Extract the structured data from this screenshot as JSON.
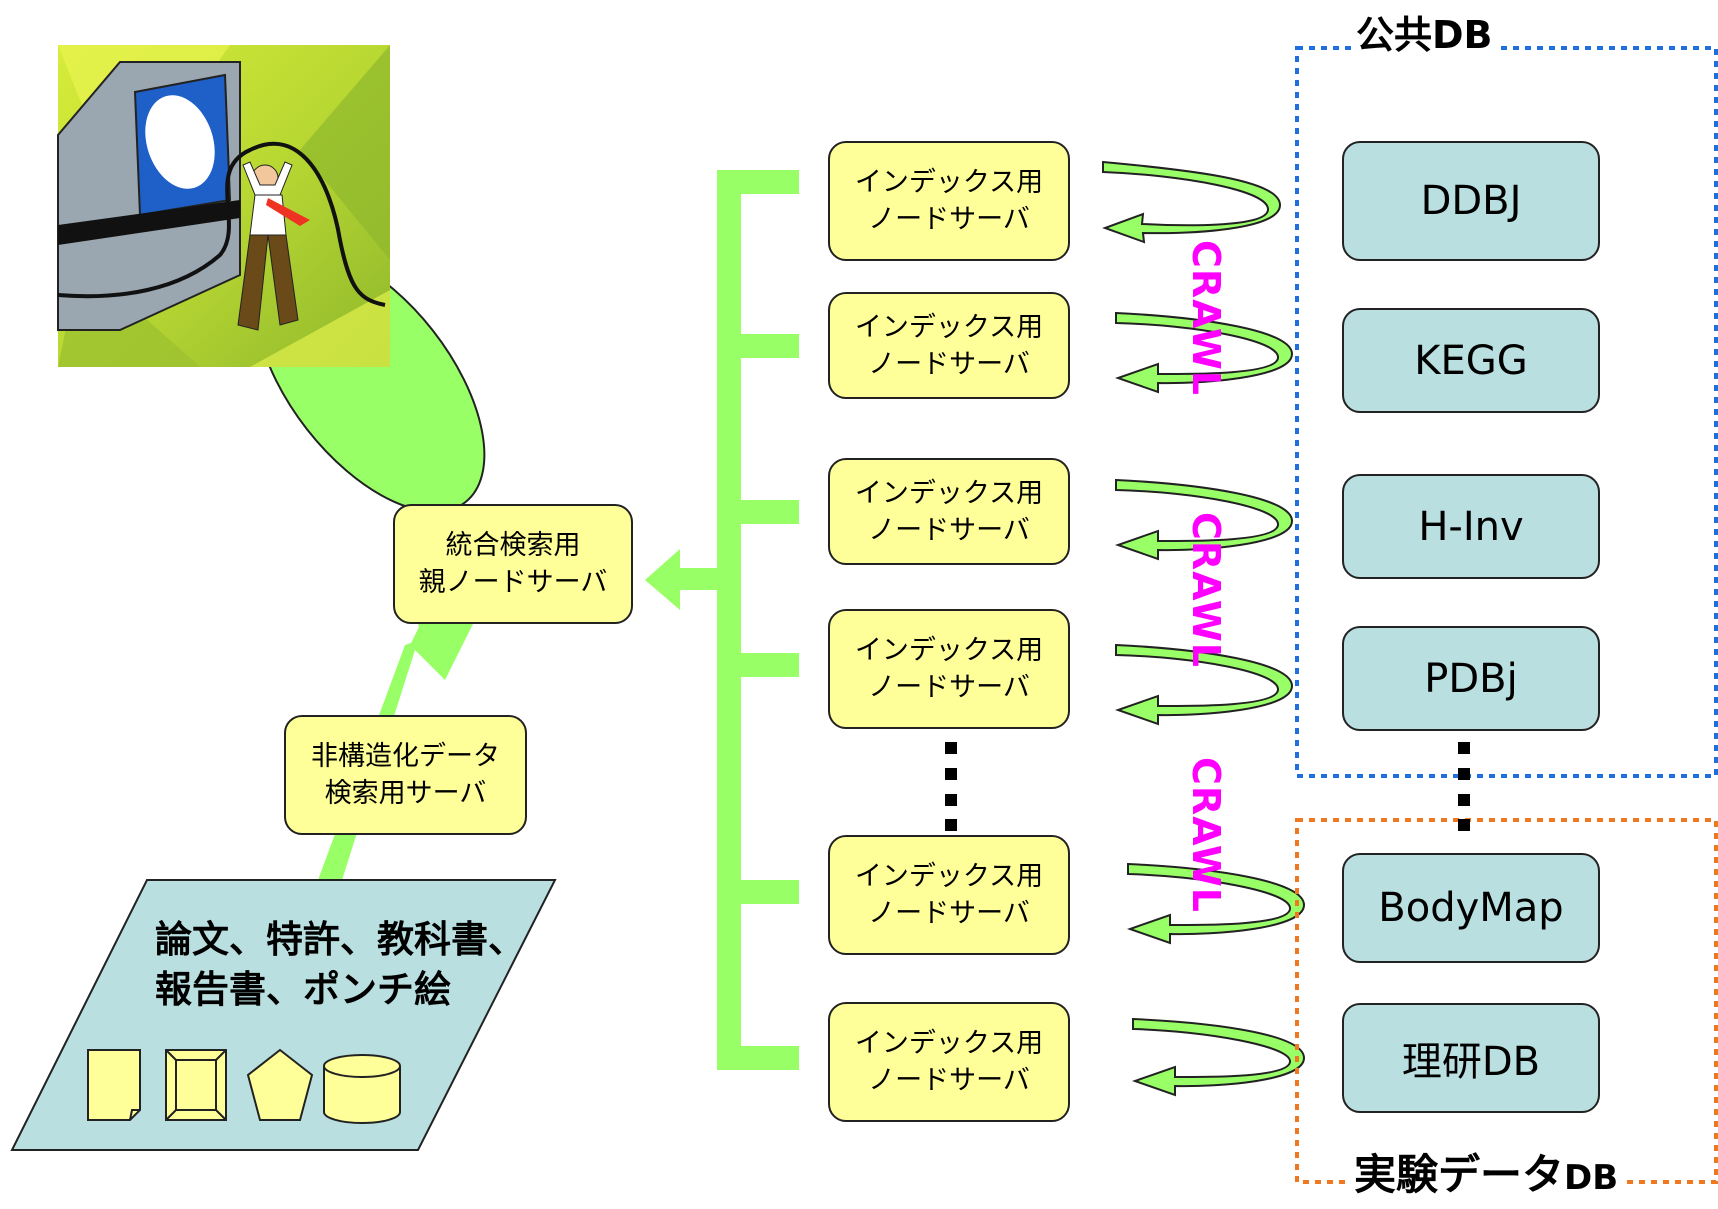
{
  "user_icon": "user-at-computer-icon",
  "parent_server": {
    "line1": "統合検索用",
    "line2": "親ノードサーバ"
  },
  "unstructured_server": {
    "line1": "非構造化データ",
    "line2": "検索用サーバ"
  },
  "documents": {
    "line1": "論文、特許、教科書、",
    "line2": "報告書、ポンチ絵",
    "shape_icons": [
      "document-icon",
      "frame-icon",
      "pentagon-icon",
      "cylinder-icon"
    ]
  },
  "index_servers": [
    {
      "line1": "インデックス用",
      "line2": "ノードサーバ"
    },
    {
      "line1": "インデックス用",
      "line2": "ノードサーバ"
    },
    {
      "line1": "インデックス用",
      "line2": "ノードサーバ"
    },
    {
      "line1": "インデックス用",
      "line2": "ノードサーバ"
    },
    {
      "line1": "インデックス用",
      "line2": "ノードサーバ"
    },
    {
      "line1": "インデックス用",
      "line2": "ノードサーバ"
    }
  ],
  "crawl_labels": [
    "CRAWL",
    "CRAWL",
    "CRAWL"
  ],
  "public_db": {
    "title": "公共DB",
    "items": [
      "DDBJ",
      "KEGG",
      "H-Inv",
      "PDBj"
    ]
  },
  "experiment_db": {
    "title_prefix": "実験データ",
    "title_suffix": "DB",
    "items": [
      "BodyMap",
      "理研DB"
    ]
  },
  "colors": {
    "arrow_green": "#99ff66",
    "node_yellow": "#ffff99",
    "db_blue": "#b9dfe0",
    "crawl_magenta": "#ff00ff",
    "public_border": "#1f6fe0",
    "experiment_border": "#f07820"
  }
}
